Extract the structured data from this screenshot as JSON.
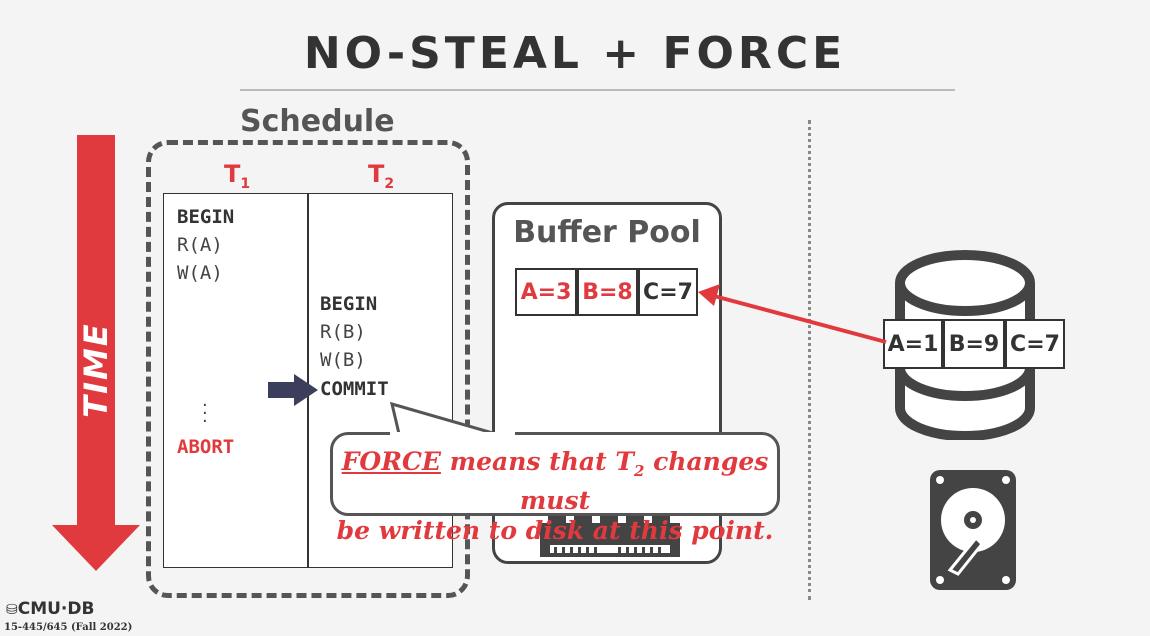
{
  "title": "NO-STEAL + FORCE",
  "schedule": {
    "label": "Schedule",
    "t1": {
      "name": "T",
      "sub": "1"
    },
    "t2": {
      "name": "T",
      "sub": "2"
    },
    "t1_ops": [
      "BEGIN",
      "R(A)",
      "W(A)"
    ],
    "t1_abort": "ABORT",
    "t2_ops": [
      "BEGIN",
      "R(B)",
      "W(B)",
      "COMMIT"
    ]
  },
  "time_label": "TIME",
  "buffer_pool": {
    "label": "Buffer Pool",
    "cells": [
      "A=3",
      "B=8",
      "C=7"
    ]
  },
  "disk": {
    "cells": [
      "A=1",
      "B=9",
      "C=7"
    ]
  },
  "callout": {
    "force_word": "FORCE",
    "line1_rest": " means that T",
    "sub": "2",
    "line1_end": " changes must",
    "line2": "be written to disk at this point."
  },
  "footer": {
    "logo": "CMU·DB",
    "course": "15-445/645 (Fall 2022)"
  },
  "colors": {
    "accent": "#e03a3e",
    "dark": "#333333",
    "arrow": "#3b3f5c"
  }
}
